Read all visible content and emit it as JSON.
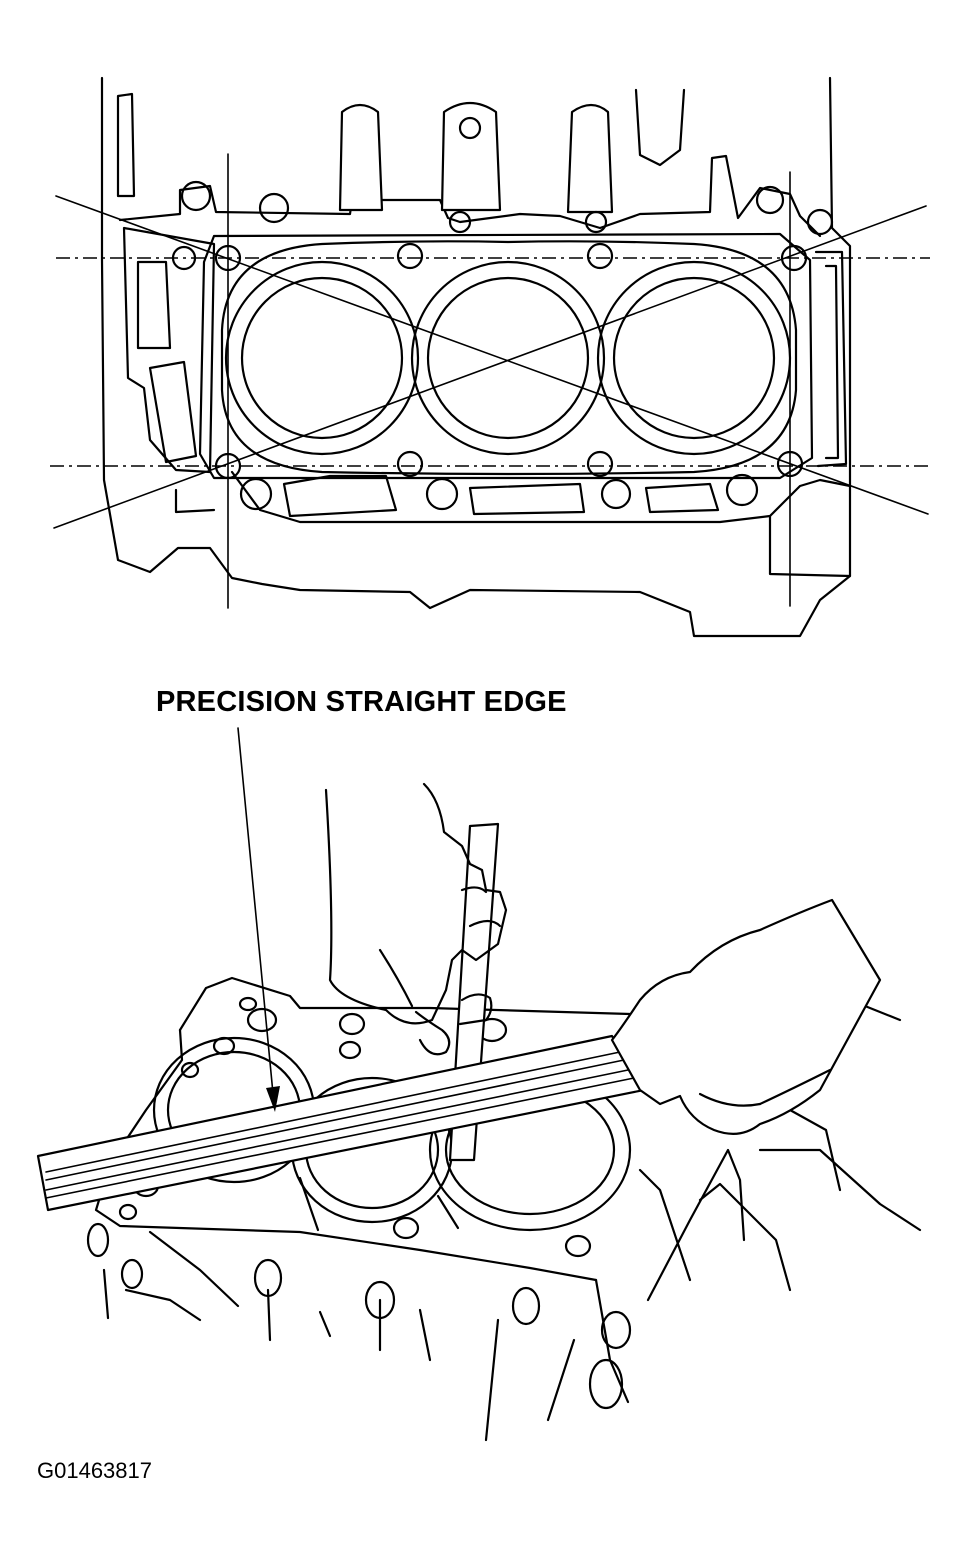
{
  "figure": {
    "callout_label": "PRECISION STRAIGHT EDGE",
    "figure_code": "G01463817"
  },
  "icons": {
    "top_view": "engine-block-deck-top-view-illustration",
    "bottom_view": "straight-edge-measurement-illustration"
  }
}
